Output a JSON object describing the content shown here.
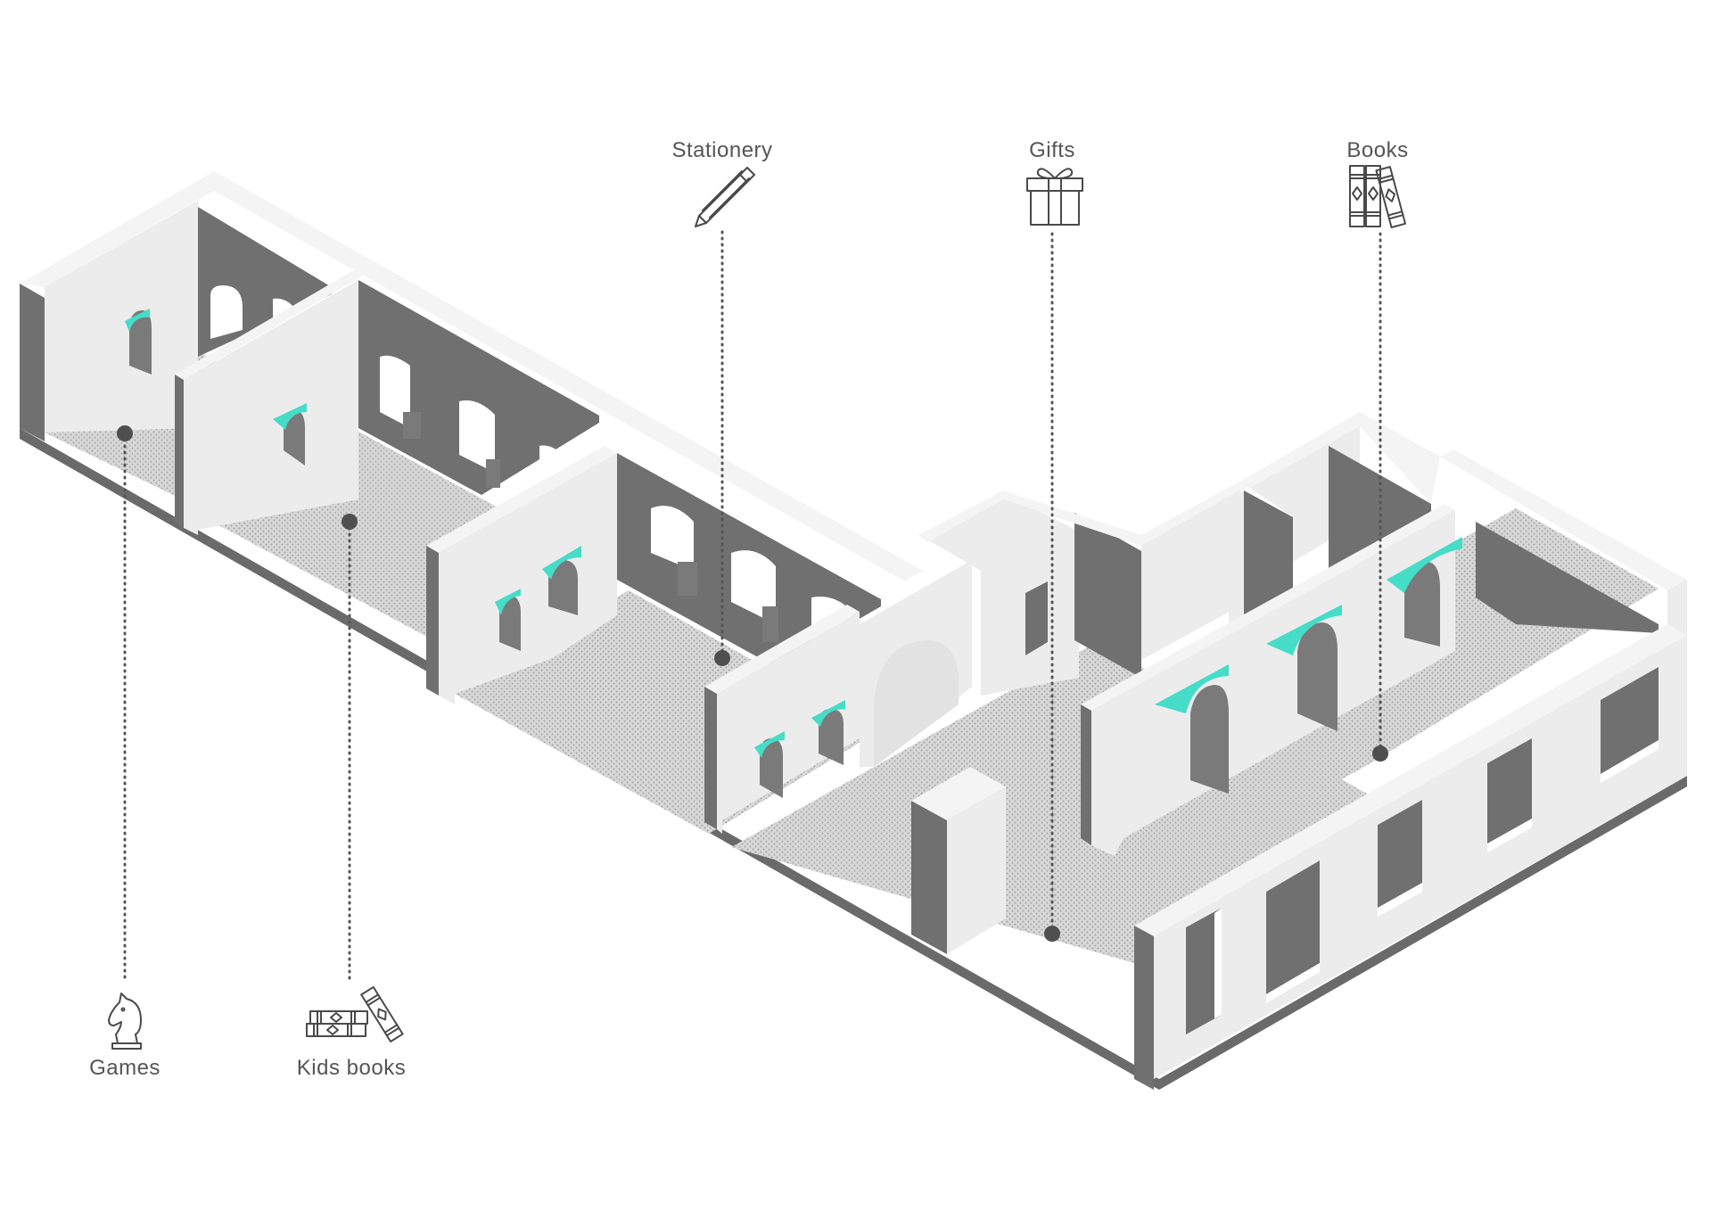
{
  "labels": {
    "games": "Games",
    "kids_books": "Kids books",
    "stationery": "Stationery",
    "gifts": "Gifts",
    "books": "Books"
  },
  "icons": {
    "games": "chess-knight-icon",
    "kids_books": "stacked-books-icon",
    "stationery": "pencil-icon",
    "gifts": "gift-box-icon",
    "books": "books-on-shelf-icon"
  },
  "colors": {
    "accent": "#45dcc8",
    "wall_dark": "#707070",
    "wall_light": "#ececec",
    "wall_top": "#f4f4f4",
    "floor": "#d9d9d9",
    "text": "#555555"
  }
}
